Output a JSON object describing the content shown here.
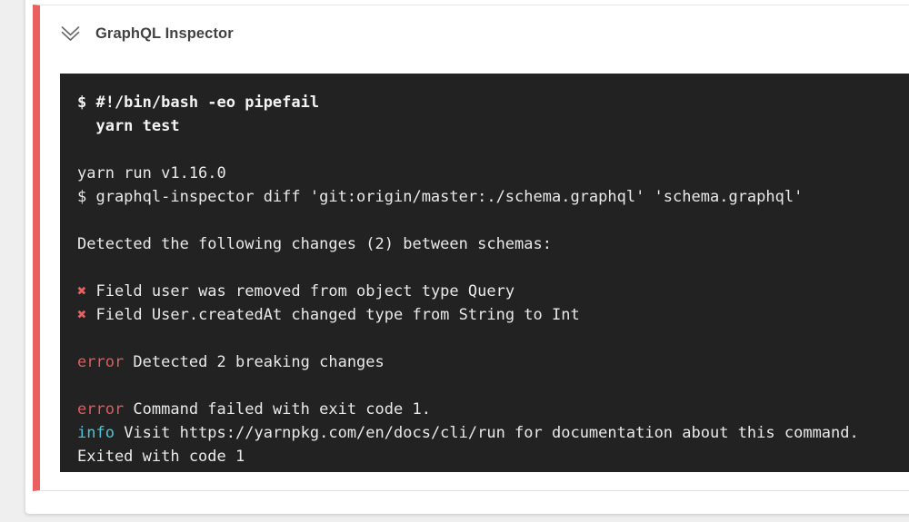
{
  "colors": {
    "page_bg": "#efefef",
    "card_bg": "#ffffff",
    "accent_red": "#ea5f5f",
    "divider": "#e4e4e4",
    "terminal_bg": "#222222",
    "terminal_text": "#e9e9e9",
    "error_red": "#de5c5e",
    "info_cyan": "#44c7d8",
    "cross_red": "#e56060",
    "title_color": "#424242"
  },
  "step": {
    "title": "GraphQL Inspector",
    "collapse_icon": "double-chevron-down-icon"
  },
  "terminal": {
    "lines": [
      {
        "segments": [
          {
            "t": "$ #!/bin/bash -eo pipefail",
            "s": "bold"
          }
        ]
      },
      {
        "segments": [
          {
            "t": "  yarn test",
            "s": "bold"
          }
        ]
      },
      {
        "segments": []
      },
      {
        "segments": [
          {
            "t": "yarn run v1.16.0",
            "s": "plain"
          }
        ]
      },
      {
        "segments": [
          {
            "t": "$ graphql-inspector diff 'git:origin/master:./schema.graphql' 'schema.graphql'",
            "s": "plain"
          }
        ]
      },
      {
        "segments": []
      },
      {
        "segments": [
          {
            "t": "Detected the following changes (2) between schemas:",
            "s": "plain"
          }
        ]
      },
      {
        "segments": []
      },
      {
        "segments": [
          {
            "t": "✖",
            "s": "cross"
          },
          {
            "t": " Field user was removed from object type Query",
            "s": "plain"
          }
        ]
      },
      {
        "segments": [
          {
            "t": "✖",
            "s": "cross"
          },
          {
            "t": " Field User.createdAt changed type from String to Int",
            "s": "plain"
          }
        ]
      },
      {
        "segments": []
      },
      {
        "segments": [
          {
            "t": "error",
            "s": "error"
          },
          {
            "t": " Detected 2 breaking changes",
            "s": "plain"
          }
        ]
      },
      {
        "segments": []
      },
      {
        "segments": [
          {
            "t": "error",
            "s": "error"
          },
          {
            "t": " Command failed with exit code 1.",
            "s": "plain"
          }
        ]
      },
      {
        "segments": [
          {
            "t": "info",
            "s": "info"
          },
          {
            "t": " Visit https://yarnpkg.com/en/docs/cli/run for documentation about this command.",
            "s": "plain"
          }
        ]
      },
      {
        "segments": [
          {
            "t": "Exited with code 1",
            "s": "plain"
          }
        ]
      }
    ]
  }
}
